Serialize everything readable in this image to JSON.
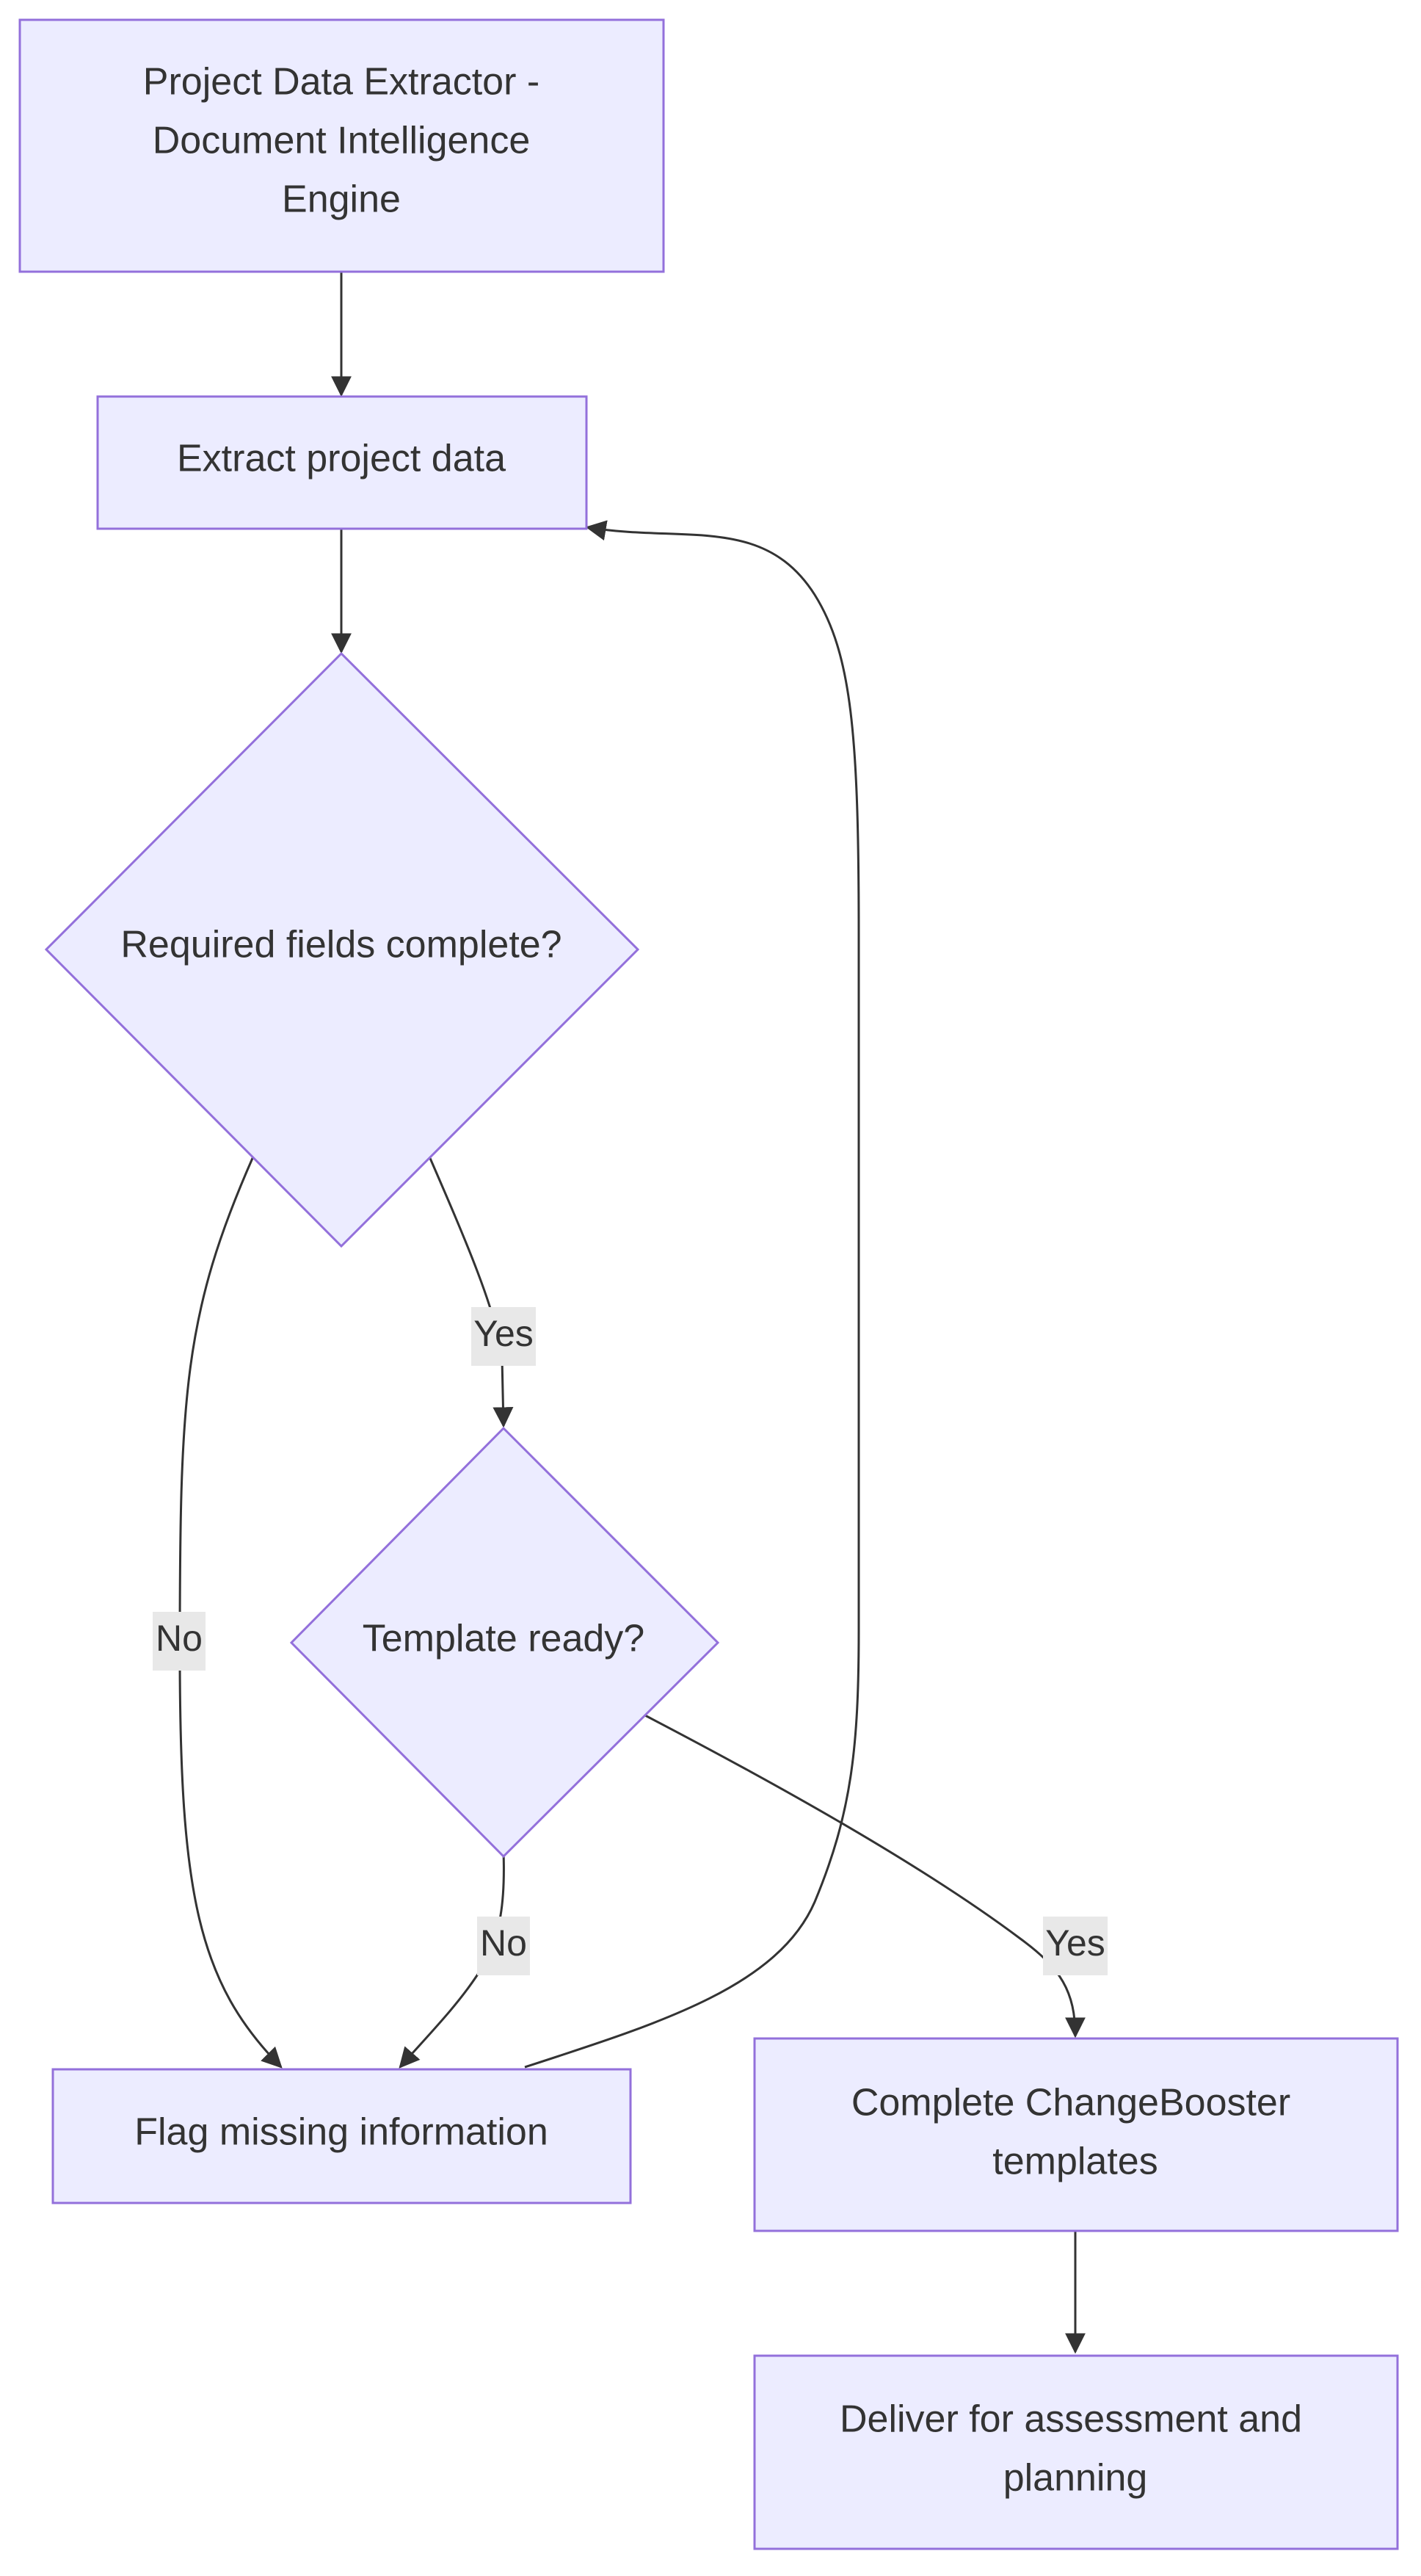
{
  "diagram": {
    "nodes": {
      "start": [
        "Project Data Extractor -",
        "Document Intelligence",
        "Engine"
      ],
      "extract": [
        "Extract project data"
      ],
      "required": [
        "Required fields complete?"
      ],
      "template": [
        "Template ready?"
      ],
      "flag": [
        "Flag missing information"
      ],
      "complete": [
        "Complete ChangeBooster",
        "templates"
      ],
      "deliver": [
        "Deliver for assessment and",
        "planning"
      ]
    },
    "edge_labels": {
      "required_yes": "Yes",
      "required_no": "No",
      "template_no": "No",
      "template_yes": "Yes"
    },
    "colors": {
      "node_fill": "#ECECFF",
      "node_stroke": "#9370DB",
      "edge": "#333333",
      "label_bg": "#e8e8e8",
      "text": "#333333"
    }
  }
}
